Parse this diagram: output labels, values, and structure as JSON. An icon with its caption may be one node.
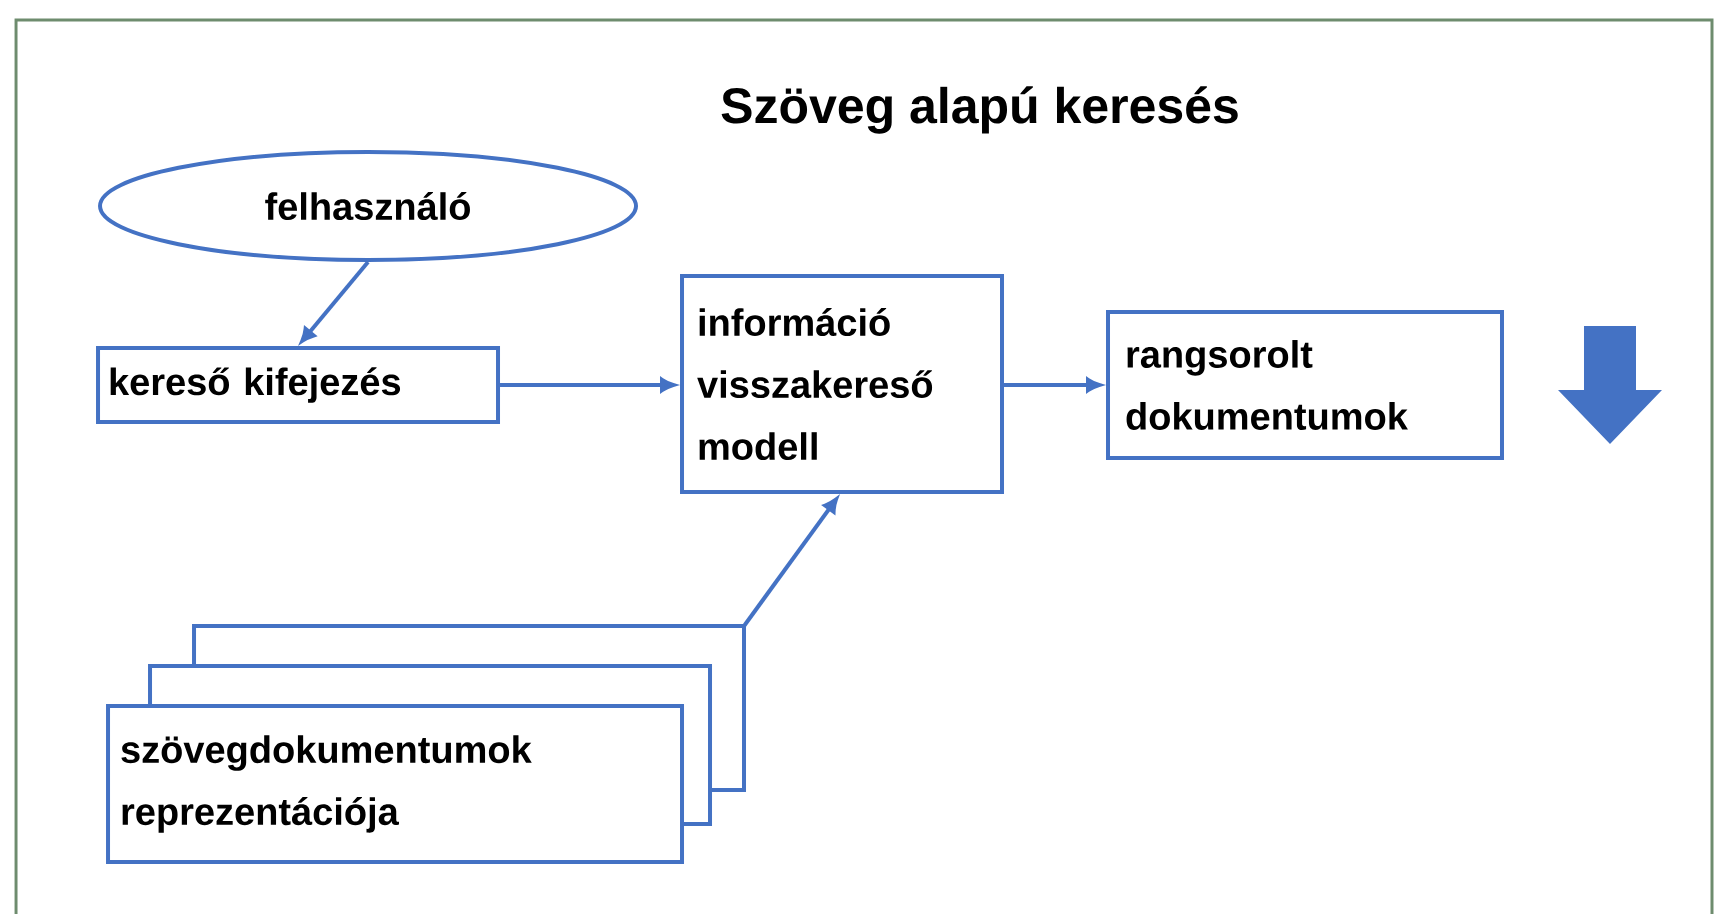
{
  "diagram": {
    "title": "Szöveg alapú keresés",
    "nodes": [
      {
        "text": [
          "felhasználó"
        ]
      },
      {
        "text": [
          "kereső kifejezés"
        ]
      },
      {
        "text": [
          "információ visszakereső modell"
        ]
      },
      {
        "text": [
          "rangsorolt dokumentumok"
        ]
      },
      {
        "text": [
          "szövegdokumentumok reprezentációja"
        ]
      }
    ],
    "edges": [
      {
        "from": 0,
        "to": 1,
        "arrow": "to"
      },
      {
        "from": 1,
        "to": 2,
        "arrow": "to"
      },
      {
        "from": 2,
        "to": 3,
        "arrow": "to"
      },
      {
        "from": 4,
        "to": 2,
        "arrow": "to"
      }
    ]
  }
}
